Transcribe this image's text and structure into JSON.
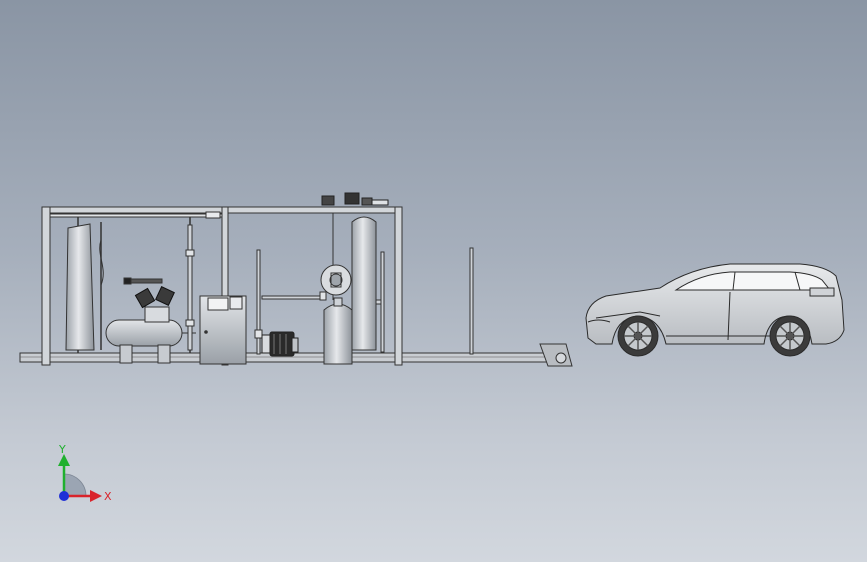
{
  "viewport": {
    "background_top": "#8a95a4",
    "background_bottom": "#d2d7de"
  },
  "scene": {
    "components": [
      "frame",
      "gas-tank",
      "air-compressor",
      "control-cabinet",
      "motor",
      "gas-cylinder",
      "storage-tank",
      "rail-track",
      "car"
    ],
    "line_color": "#2b2b2b",
    "part_fill": "#cfd3d8"
  },
  "triad": {
    "x_label": "X",
    "y_label": "Y",
    "x_color": "#d9232b",
    "y_color": "#1fb02e",
    "z_color": "#1f2fd6"
  }
}
